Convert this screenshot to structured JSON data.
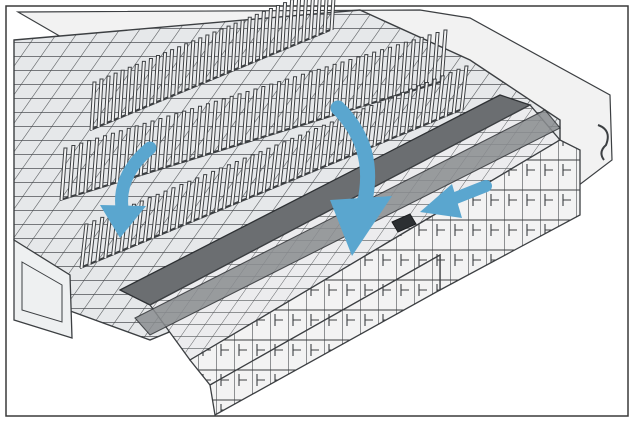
{
  "figure": {
    "subject": "dishwasher-rack-folding-instruction",
    "arrow_color": "#5aa6cf",
    "frame_color": "#3a3a3a",
    "rack_fill": "#e4e6e8",
    "rack_line": "#3c3f42",
    "arrows": [
      {
        "name": "fold-tines-left-arrow",
        "icon": "curved-arrow-down"
      },
      {
        "name": "fold-tines-right-arrow",
        "icon": "curved-arrow-down"
      },
      {
        "name": "slide-latch-arrow",
        "icon": "arrow-left"
      }
    ]
  }
}
